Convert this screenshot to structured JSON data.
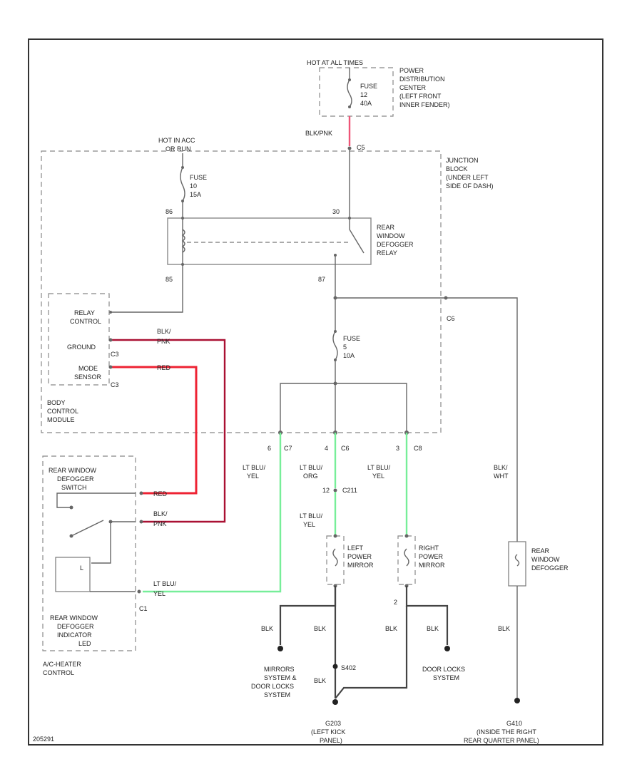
{
  "labels": {
    "hot_all_times": "HOT AT ALL TIMES",
    "pdc1": "POWER",
    "pdc2": "DISTRIBUTION",
    "pdc3": "CENTER",
    "pdc4": "(LEFT FRONT",
    "pdc5": "INNER FENDER)",
    "fuse1_1": "FUSE",
    "fuse1_2": "12",
    "fuse1_3": "40A",
    "blk_pnk_top": "BLK/PNK",
    "c5_top": "C5",
    "hot_in_acc": "HOT IN ACC",
    "hot_in_acc2": "OR RUN",
    "fuse2_1": "FUSE",
    "fuse2_2": "10",
    "fuse2_3": "15A",
    "jb1": "JUNCTION",
    "jb2": "BLOCK",
    "jb3": "(UNDER LEFT",
    "jb4": "SIDE OF DASH)",
    "relay1": "REAR",
    "relay2": "WINDOW",
    "relay3": "DEFOGGER",
    "relay4": "RELAY",
    "pin_86": "86",
    "pin_30": "30",
    "pin_85": "85",
    "pin_87": "87",
    "relay_control1": "RELAY",
    "relay_control2": "CONTROL",
    "ground_lbl": "GROUND",
    "mode_sensor1": "MODE",
    "mode_sensor2": "SENSOR",
    "c3_a": "C3",
    "c3_b": "C3",
    "bcm1": "BODY",
    "bcm2": "CONTROL",
    "bcm3": "MODULE",
    "blk_pnk_1a": "BLK/",
    "blk_pnk_1b": "PNK",
    "red_1": "RED",
    "c8": "C8",
    "fuse3_1": "FUSE",
    "fuse3_2": "5",
    "fuse3_3": "10A",
    "c7": "C7",
    "c6_mid": "C6",
    "c6_right": "C6",
    "pin_6": "6",
    "pin_4": "4",
    "pin_3": "3",
    "pin_12": "12",
    "c211": "C211",
    "pin_2": "2",
    "ltblu_yel_1a": "LT BLU/",
    "ltblu_yel_1b": "YEL",
    "ltblu_org_a": "LT BLU/",
    "ltblu_org_b": "ORG",
    "ltblu_yel_2a": "LT BLU/",
    "ltblu_yel_2b": "YEL",
    "ltblu_yel_3a": "LT BLU/",
    "ltblu_yel_3b": "YEL",
    "blk_wht_a": "BLK/",
    "blk_wht_b": "WHT",
    "rwds1": "REAR WINDOW",
    "rwds2": "DEFOGGER",
    "rwds3": "SWITCH",
    "red_2": "RED",
    "blk_pnk_2a": "BLK/",
    "blk_pnk_2b": "PNK",
    "ltblu_yel_4a": "LT BLU/",
    "ltblu_yel_4b": "YEL",
    "c1": "C1",
    "led1": "REAR WINDOW",
    "led2": "DEFOGGER",
    "led3": "INDICATOR",
    "led4": "LED",
    "ach1": "A/C-HEATER",
    "ach2": "CONTROL",
    "lpm1": "LEFT",
    "lpm2": "POWER",
    "lpm3": "MIRROR",
    "rpm1": "RIGHT",
    "rpm2": "POWER",
    "rpm3": "MIRROR",
    "rwd1": "REAR",
    "rwd2": "WINDOW",
    "rwd3": "DEFOGGER",
    "blk1": "BLK",
    "blk2": "BLK",
    "blk3": "BLK",
    "blk4": "BLK",
    "blk5": "BLK",
    "blk6": "BLK",
    "s402": "S402",
    "mirrors1": "MIRRORS",
    "mirrors2": "SYSTEM &",
    "mirrors3": "DOOR LOCKS",
    "mirrors4": "SYSTEM",
    "doorlocks1": "DOOR LOCKS",
    "doorlocks2": "SYSTEM",
    "g203_1": "G203",
    "g203_2": "(LEFT KICK",
    "g203_3": "PANEL)",
    "g410_1": "G410",
    "g410_2": "(INSIDE THE RIGHT",
    "g410_3": "REAR QUARTER PANEL)",
    "code": "205291"
  }
}
